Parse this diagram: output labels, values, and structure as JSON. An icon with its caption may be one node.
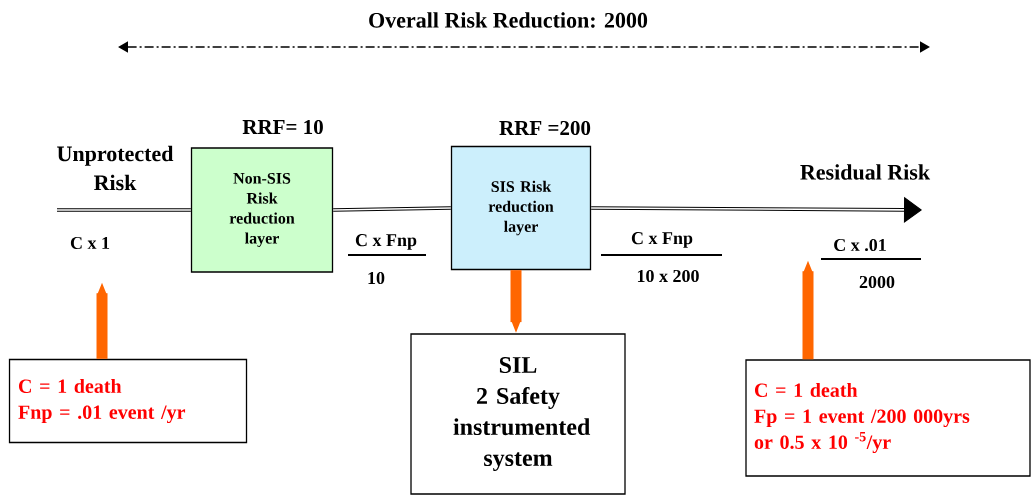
{
  "diagram": {
    "title": "Overall Risk Reduction: 2000",
    "nodes": [
      {
        "text": [
          "Non-SIS Risk reduction layer"
        ],
        "beside": [
          "RRF= 10"
        ]
      },
      {
        "text": [
          "SIS Risk reduction layer"
        ],
        "beside": [
          "RRF =200"
        ]
      },
      {
        "text": [
          "SIL 2 Safety instrumented system"
        ]
      },
      {
        "text": [
          "C = 1 death",
          "Fnp = .01 event /yr"
        ]
      },
      {
        "text": [
          "C = 1 death",
          "Fp = 1 event /200 000yrs",
          "or  0.5 x 10 $^{-5}$/yr"
        ]
      }
    ],
    "edges": [
      {
        "from": null,
        "to": 0,
        "arrow": "none"
      },
      {
        "from": 0,
        "to": 1,
        "arrow": "none"
      },
      {
        "from": 1,
        "to": null,
        "arrow": "to"
      },
      {
        "from": 1,
        "to": 2,
        "arrow": "to",
        "style": "thick",
        "color": "#ff6600"
      },
      {
        "from": 3,
        "to": null,
        "arrow": "to",
        "style": "thick",
        "color": "#ff6600"
      },
      {
        "from": 4,
        "to": null,
        "arrow": "to",
        "style": "thick",
        "color": "#ff6600"
      }
    ],
    "labels": [
      "Unprotected Risk",
      "Residual Risk",
      "C x 1",
      "C x Fnp",
      "10",
      "C x Fnp",
      "10 x 200",
      "C x .01",
      "2000"
    ]
  }
}
